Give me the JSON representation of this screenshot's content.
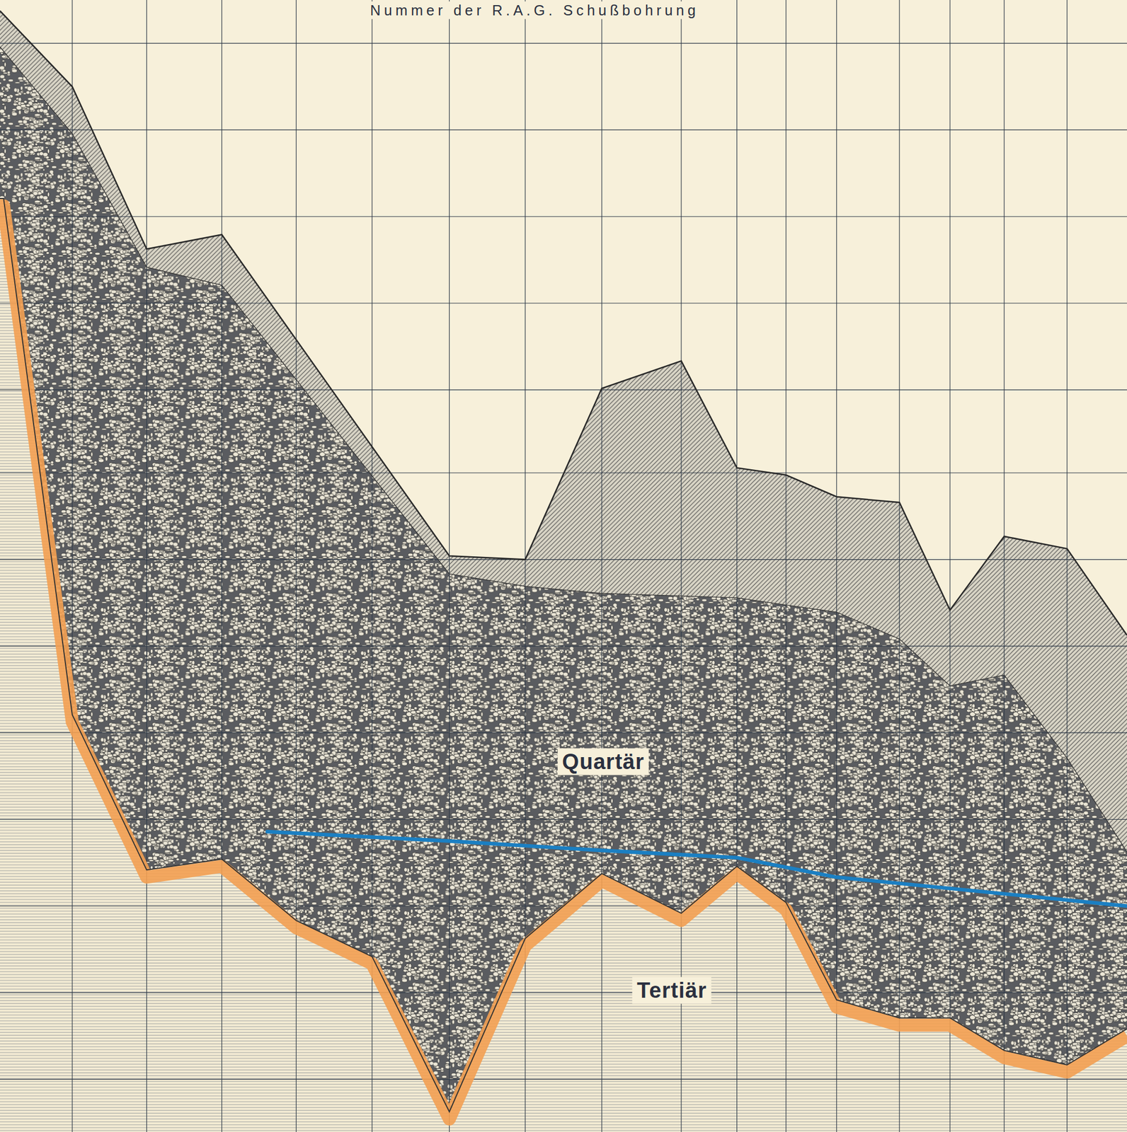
{
  "diagram": {
    "labels": [
      "Nummer der R.A.G. Schußbohrung",
      "Quartär",
      "Tertiär"
    ]
  }
}
